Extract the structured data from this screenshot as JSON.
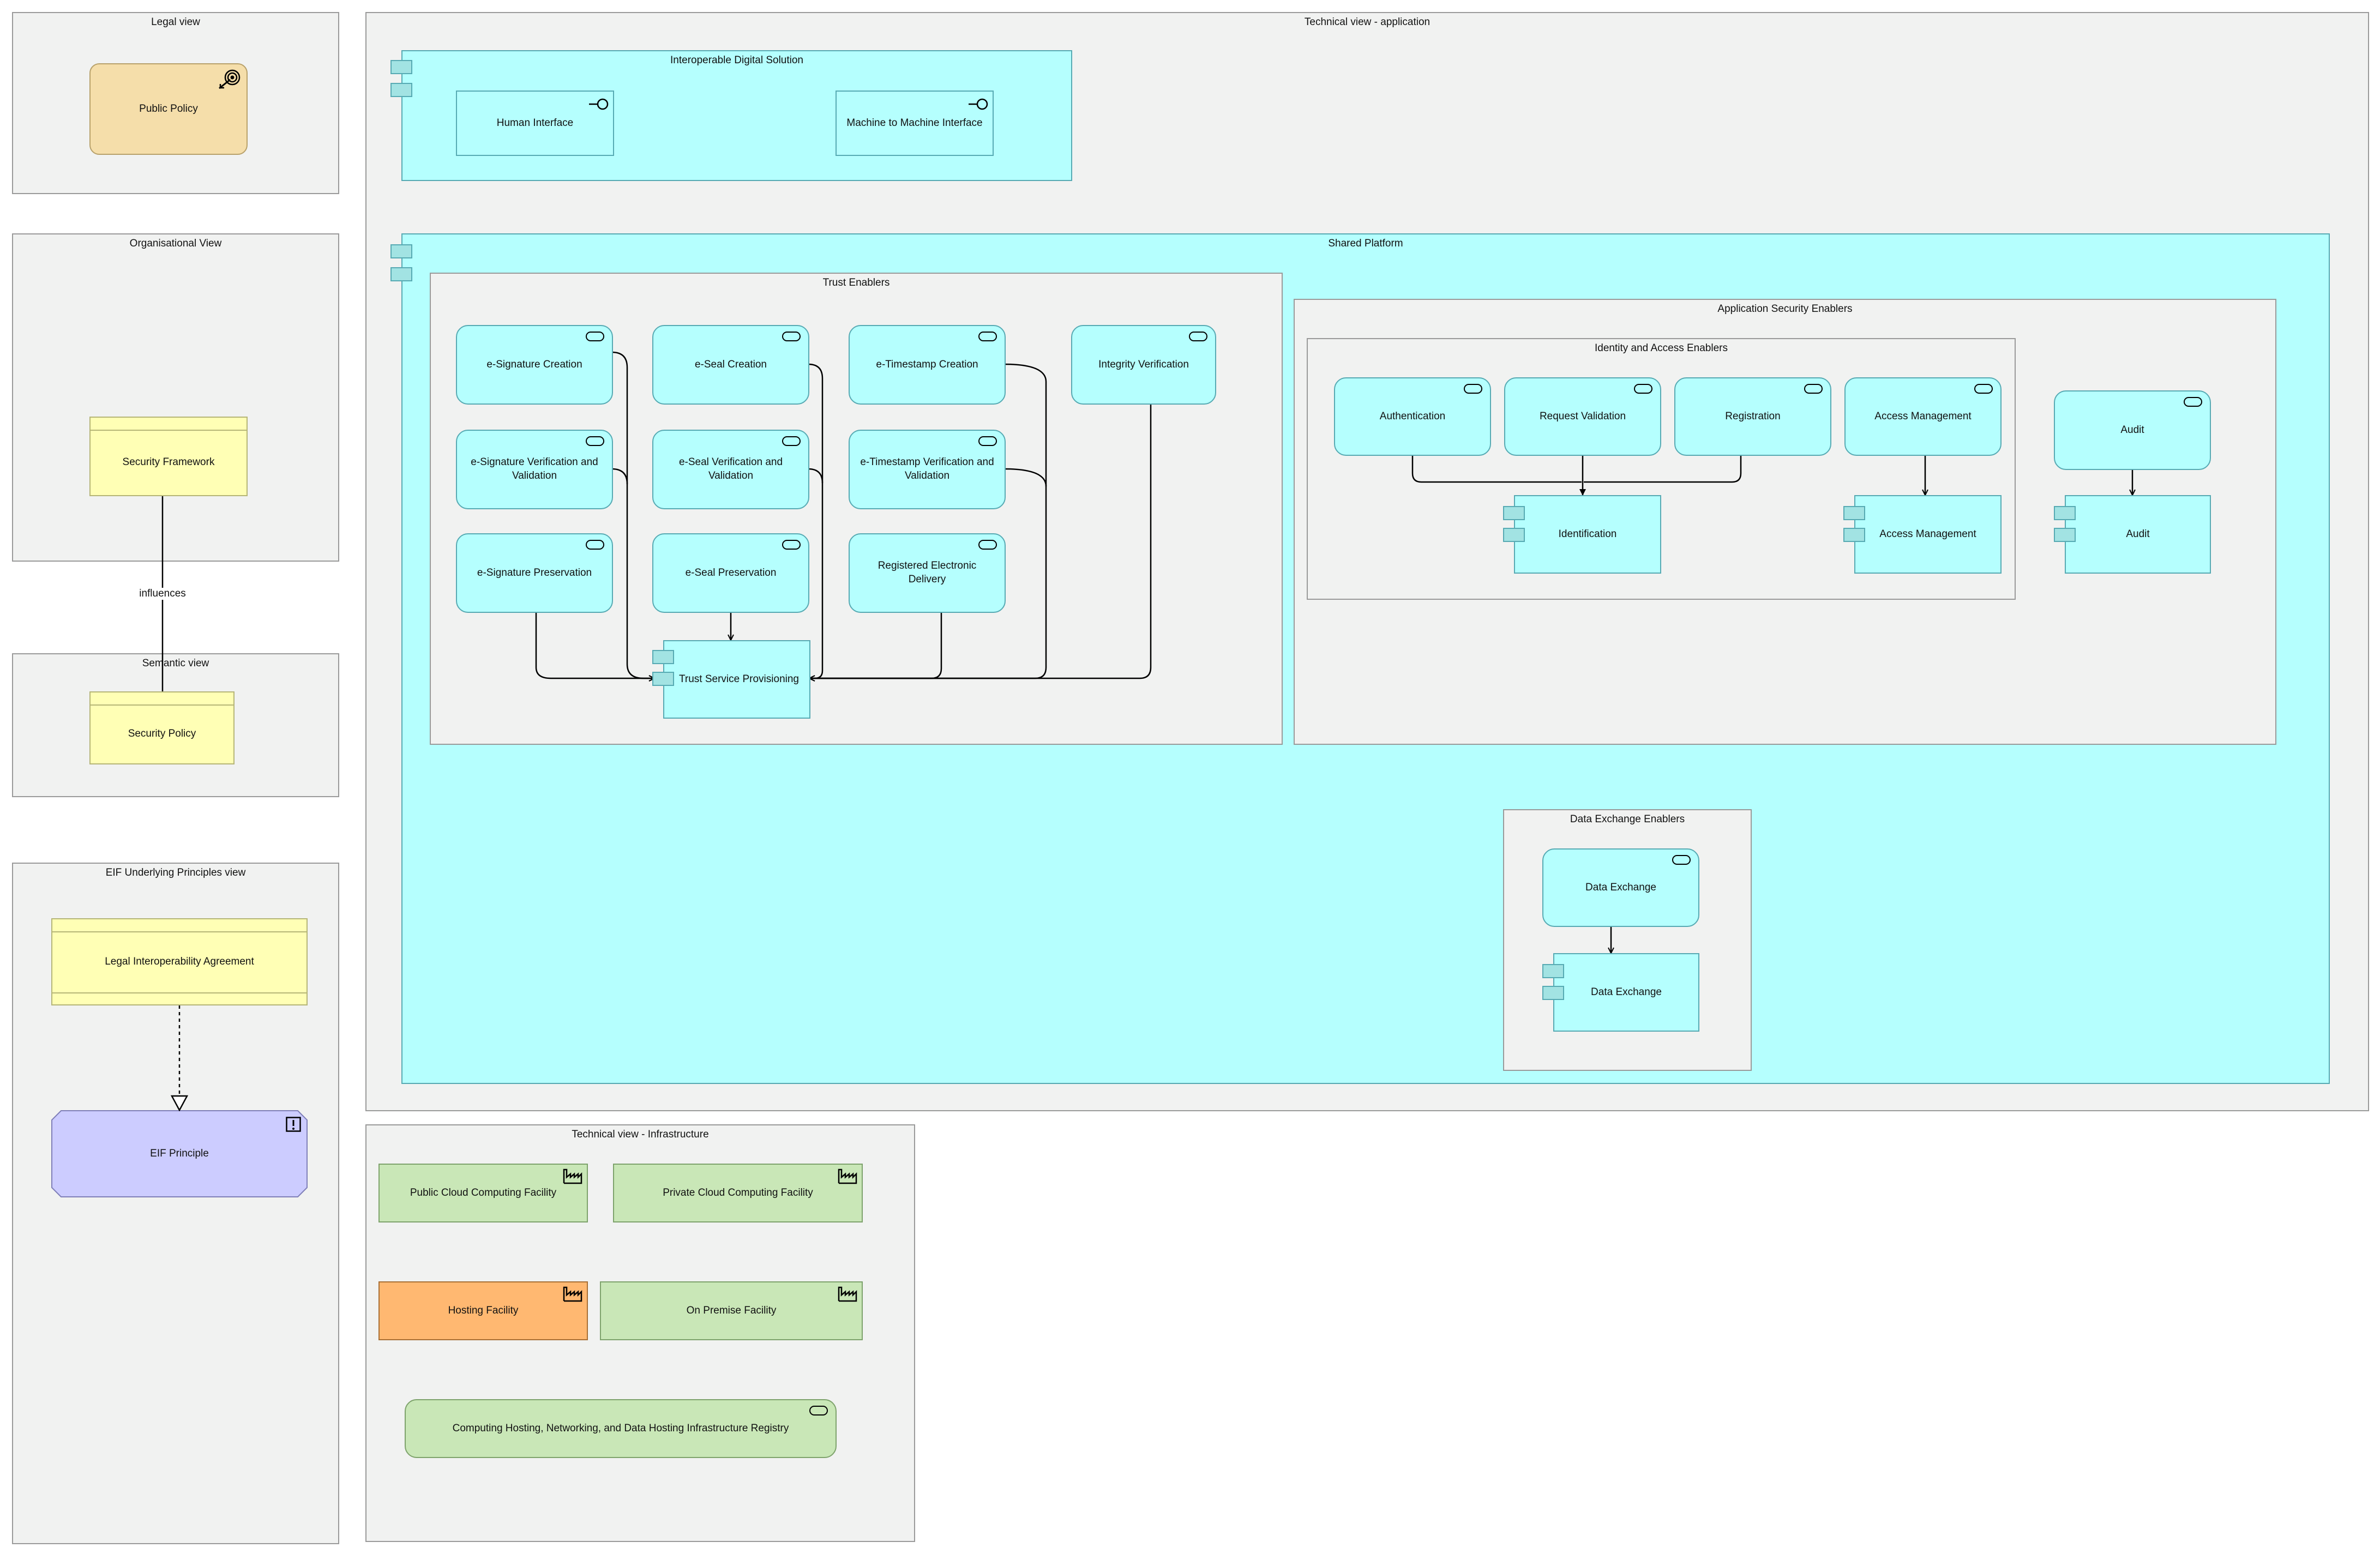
{
  "views": {
    "legal": "Legal view",
    "organisational": "Organisational View",
    "semantic": "Semantic view",
    "principles": "EIF Underlying Principles view",
    "tech_app": "Technical view - application",
    "tech_infra": "Technical view - Infrastructure"
  },
  "legal": {
    "public_policy": "Public Policy"
  },
  "organisational": {
    "security_framework": "Security Framework"
  },
  "relation": {
    "influences": "influences"
  },
  "semantic": {
    "security_policy": "Security Policy"
  },
  "principles": {
    "agreement": "Legal Interoperability Agreement",
    "principle": "EIF Principle"
  },
  "interoperable": {
    "title": "Interoperable Digital Solution",
    "human_interface": "Human Interface",
    "m2m_interface": "Machine to Machine Interface"
  },
  "shared_platform": {
    "title": "Shared Platform"
  },
  "trust": {
    "title": "Trust Enablers",
    "esig_creation": "e-Signature Creation",
    "eseal_creation": "e-Seal Creation",
    "ets_creation": "e-Timestamp Creation",
    "integrity": "Integrity Verification",
    "esig_verif": "e-Signature Verification and Validation",
    "eseal_verif": "e-Seal Verification and Validation",
    "ets_verif": "e-Timestamp Verification and Validation",
    "esig_pres": "e-Signature Preservation",
    "eseal_pres": "e-Seal Preservation",
    "red": "Registered Electronic Delivery",
    "tsp": "Trust Service Provisioning"
  },
  "security": {
    "title": "Application Security Enablers",
    "iam_title": "Identity and Access Enablers",
    "authentication": "Authentication",
    "request_validation": "Request Validation",
    "registration": "Registration",
    "access_mgmt_svc": "Access Management",
    "identification": "Identification",
    "access_mgmt_comp": "Access Management",
    "audit_svc": "Audit",
    "audit_comp": "Audit"
  },
  "data_exchange": {
    "title": "Data Exchange Enablers",
    "svc": "Data Exchange",
    "comp": "Data Exchange"
  },
  "infra": {
    "public_cloud": "Public Cloud Computing Facility",
    "private_cloud": "Private Cloud Computing Facility",
    "hosting": "Hosting Facility",
    "on_premise": "On Premise Facility",
    "registry": "Computing Hosting, Networking, and Data Hosting Infrastructure Registry"
  },
  "icons": {
    "goal": "goal-target-icon",
    "interface": "interface-lollipop-icon",
    "service": "service-pill-icon",
    "component": "component-icon",
    "facility": "factory-icon",
    "principle": "principle-exclamation-icon"
  },
  "colors": {
    "application": "#b5fffe",
    "business_object": "#ffffb5",
    "goal": "#f5deaa",
    "principle": "#ccccff",
    "facility": "#c9e7b7",
    "hosting": "#ffb871",
    "group": "#f1f2f1"
  }
}
